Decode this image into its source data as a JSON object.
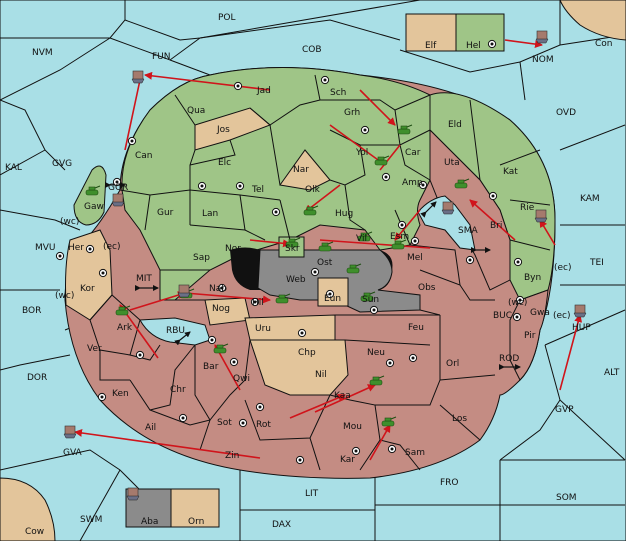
{
  "board": {
    "colors": {
      "sea": "#a9dfe6",
      "green_power": "#9fc587",
      "red_power": "#c48c83",
      "neutral_tan": "#e3c59b",
      "gray": "#8b8b8b",
      "orders": "#d0141b",
      "army_unit": "#3f8f2c",
      "fleet_unit": "#6a6f86"
    },
    "regions": {
      "POL": "POL",
      "NVM": "NVM",
      "FUN": "FUN",
      "COB": "COB",
      "Elf": "Elf",
      "Hel": "Hel",
      "NOM": "NOM",
      "Con": "Con",
      "Jad": "Jad",
      "Sch": "Sch",
      "Qua": "Qua",
      "Grh": "Grh",
      "Eld": "Eld",
      "OVD": "OVD",
      "Jos": "Jos",
      "Yol": "Yol",
      "Car": "Car",
      "Can": "Can",
      "KAL": "KAL",
      "GVG": "GVG",
      "Elc": "Elc",
      "Nar": "Nar",
      "Uta": "Uta",
      "Kat": "Kat",
      "Amp": "Amp",
      "GOR": "GOR",
      "Tel": "Tel",
      "Olk": "Olk",
      "KAM": "KAM",
      "Gaw": "Gaw",
      "Gur": "Gur",
      "Lan": "Lan",
      "Hug": "Hug",
      "Rie": "Rie",
      "Bri": "Bri",
      "SMA": "SMA",
      "wc1": "(wc)",
      "Esm": "Esm",
      "MVU": "MVU",
      "Her": "Her",
      "ec1": "(ec)",
      "Nor": "Nor",
      "Skr": "Skr",
      "Vil": "Vil",
      "Mel": "Mel",
      "Sap": "Sap",
      "Ost": "Ost",
      "Web": "Web",
      "TEI": "TEI",
      "ec2": "(ec)",
      "Byn": "Byn",
      "MIT": "MIT",
      "Kor": "Kor",
      "wc2": "(wc)",
      "Nab": "Nab",
      "Obs": "Obs",
      "BOR": "BOR",
      "Eun": "Eun",
      "Sun": "Sun",
      "wc3": "(wc)",
      "Hil": "Hil",
      "Nog": "Nog",
      "Gwa": "Gwa",
      "ec3": "(ec)",
      "Ark": "Ark",
      "RBU": "RBU",
      "Uru": "Uru",
      "Feu": "Feu",
      "BUC": "BUC",
      "Pir": "Pir",
      "HUP": "HUP",
      "Ver": "Ver",
      "Chp": "Chp",
      "Neu": "Neu",
      "DOR": "DOR",
      "Bar": "Bar",
      "Orl": "Orl",
      "ROD": "ROD",
      "ALT": "ALT",
      "Qwi": "Qwi",
      "Nil": "Nil",
      "Chr": "Chr",
      "Ken": "Ken",
      "Kaa": "Kaa",
      "GVP": "GVP",
      "Ail": "Ail",
      "Sot": "Sot",
      "Rot": "Rot",
      "Los": "Los",
      "Mou": "Mou",
      "GVA": "GVA",
      "Zin": "Zin",
      "Kar": "Kar",
      "Sam": "Sam",
      "LIT": "LIT",
      "FRO": "FRO",
      "SOM": "SOM",
      "SWM": "SWM",
      "Aba": "Aba",
      "Orn": "Orn",
      "DAX": "DAX",
      "Cow": "Cow"
    }
  }
}
